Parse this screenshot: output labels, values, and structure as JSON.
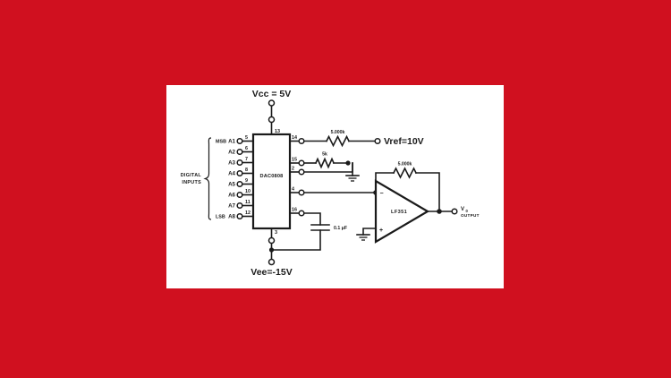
{
  "figure": {
    "kind": "circuit-schematic",
    "background_color": "#d0101f",
    "panel_color": "#ffffff",
    "ink_color": "#1a1a1a"
  },
  "rails": {
    "vcc": "Vcc = 5V",
    "vcc_pin": "13",
    "vee": "Vee=-15V",
    "vee_pin": "3"
  },
  "chip": {
    "name": "DAC0808"
  },
  "inputs": {
    "group_line1": "DIGITAL",
    "group_line2": "INPUTS",
    "msb_label": "MSB",
    "lsb_label": "LSB",
    "pins": [
      {
        "name": "A1",
        "number": "5"
      },
      {
        "name": "A2",
        "number": "6"
      },
      {
        "name": "A3",
        "number": "7"
      },
      {
        "name": "A4",
        "number": "8"
      },
      {
        "name": "A5",
        "number": "9"
      },
      {
        "name": "A6",
        "number": "10"
      },
      {
        "name": "A7",
        "number": "11"
      },
      {
        "name": "A8",
        "number": "12"
      }
    ]
  },
  "right_pins": [
    {
      "number": "14"
    },
    {
      "number": "15"
    },
    {
      "number": "2"
    },
    {
      "number": "4"
    },
    {
      "number": "16"
    }
  ],
  "components": {
    "r_ref": "5.000k",
    "r_comp": "5k",
    "r_feedback": "5.000k",
    "c_comp": "0.1 μF",
    "opamp": "LF351"
  },
  "nets": {
    "vref": "Vref=10V",
    "output_symbol": "V",
    "output_subscript": "0",
    "output_word": "OUTPUT"
  },
  "opamp_terminals": {
    "inverting": "−",
    "noninverting": "+"
  }
}
